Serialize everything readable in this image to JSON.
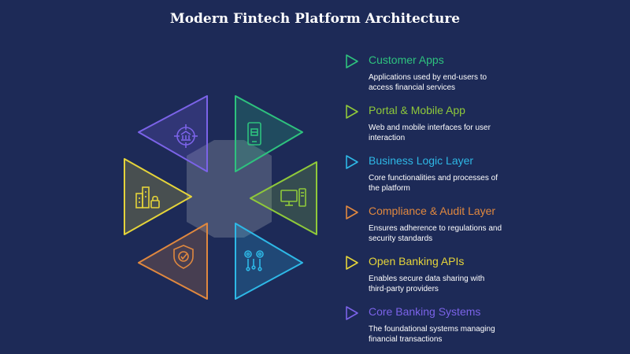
{
  "title": "Modern Fintech Platform Architecture",
  "colors": {
    "background": "#1d2a57",
    "hexagon": "#55607d",
    "customer_apps": "#2ec27e",
    "portal_mobile": "#8fc93a",
    "business_logic": "#2eb8e6",
    "compliance": "#e0883f",
    "open_banking": "#e5d43a",
    "core_banking": "#7b63e8"
  },
  "legend": [
    {
      "heading": "Customer Apps",
      "description": "Applications used by end-users to access financial services",
      "color": "#2ec27e"
    },
    {
      "heading": "Portal & Mobile App",
      "description": "Web and mobile interfaces for user interaction",
      "color": "#8fc93a"
    },
    {
      "heading": "Business Logic Layer",
      "description": "Core functionalities and processes of the platform",
      "color": "#2eb8e6"
    },
    {
      "heading": "Compliance & Audit Layer",
      "description": "Ensures adherence to regulations and security standards",
      "color": "#e0883f"
    },
    {
      "heading": "Open Banking APIs",
      "description": "Enables secure data sharing with third-party providers",
      "color": "#e5d43a"
    },
    {
      "heading": "Core Banking Systems",
      "description": "The foundational systems managing financial transactions",
      "color": "#7b63e8"
    }
  ],
  "segments": [
    {
      "name": "core-banking-segment",
      "icon": "bank-target-icon",
      "color": "#7b63e8"
    },
    {
      "name": "customer-apps-segment",
      "icon": "mobile-app-icon",
      "color": "#2ec27e"
    },
    {
      "name": "portal-segment",
      "icon": "desktop-computer-icon",
      "color": "#8fc93a"
    },
    {
      "name": "business-logic-segment",
      "icon": "gears-network-icon",
      "color": "#2eb8e6"
    },
    {
      "name": "compliance-segment",
      "icon": "shield-check-icon",
      "color": "#e0883f"
    },
    {
      "name": "open-banking-segment",
      "icon": "buildings-lock-icon",
      "color": "#e5d43a"
    }
  ]
}
